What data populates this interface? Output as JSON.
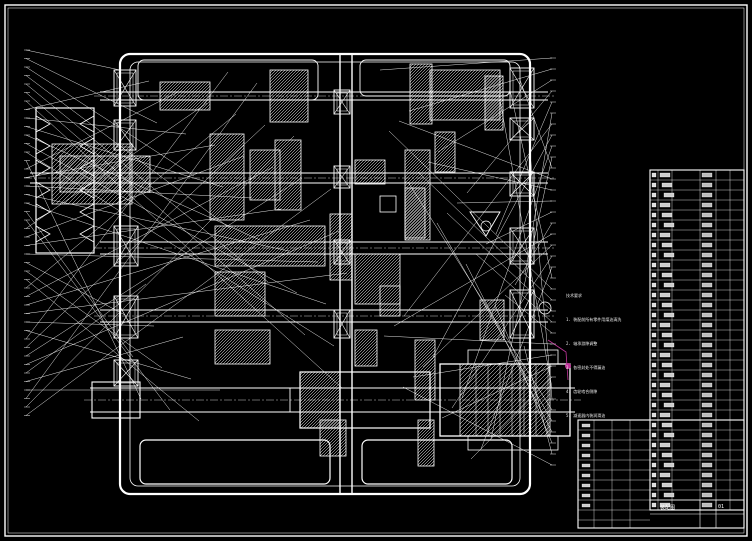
{
  "colors": {
    "background": "#000000",
    "lines": "#ffffff",
    "accent": "#c0359a"
  },
  "drawing": {
    "type": "gearbox assembly drawing (CAD)",
    "technical_notes_title": "技术要求",
    "technical_notes": [
      "1. 装配前所有零件用煤油清洗",
      "2. 轴承游隙调整",
      "3. 各密封处不得漏油",
      "4. 齿轮啮合侧隙",
      "5. 减速器内装润滑油"
    ],
    "title_block": {
      "title": "装配图",
      "drawing_no": "01"
    }
  }
}
